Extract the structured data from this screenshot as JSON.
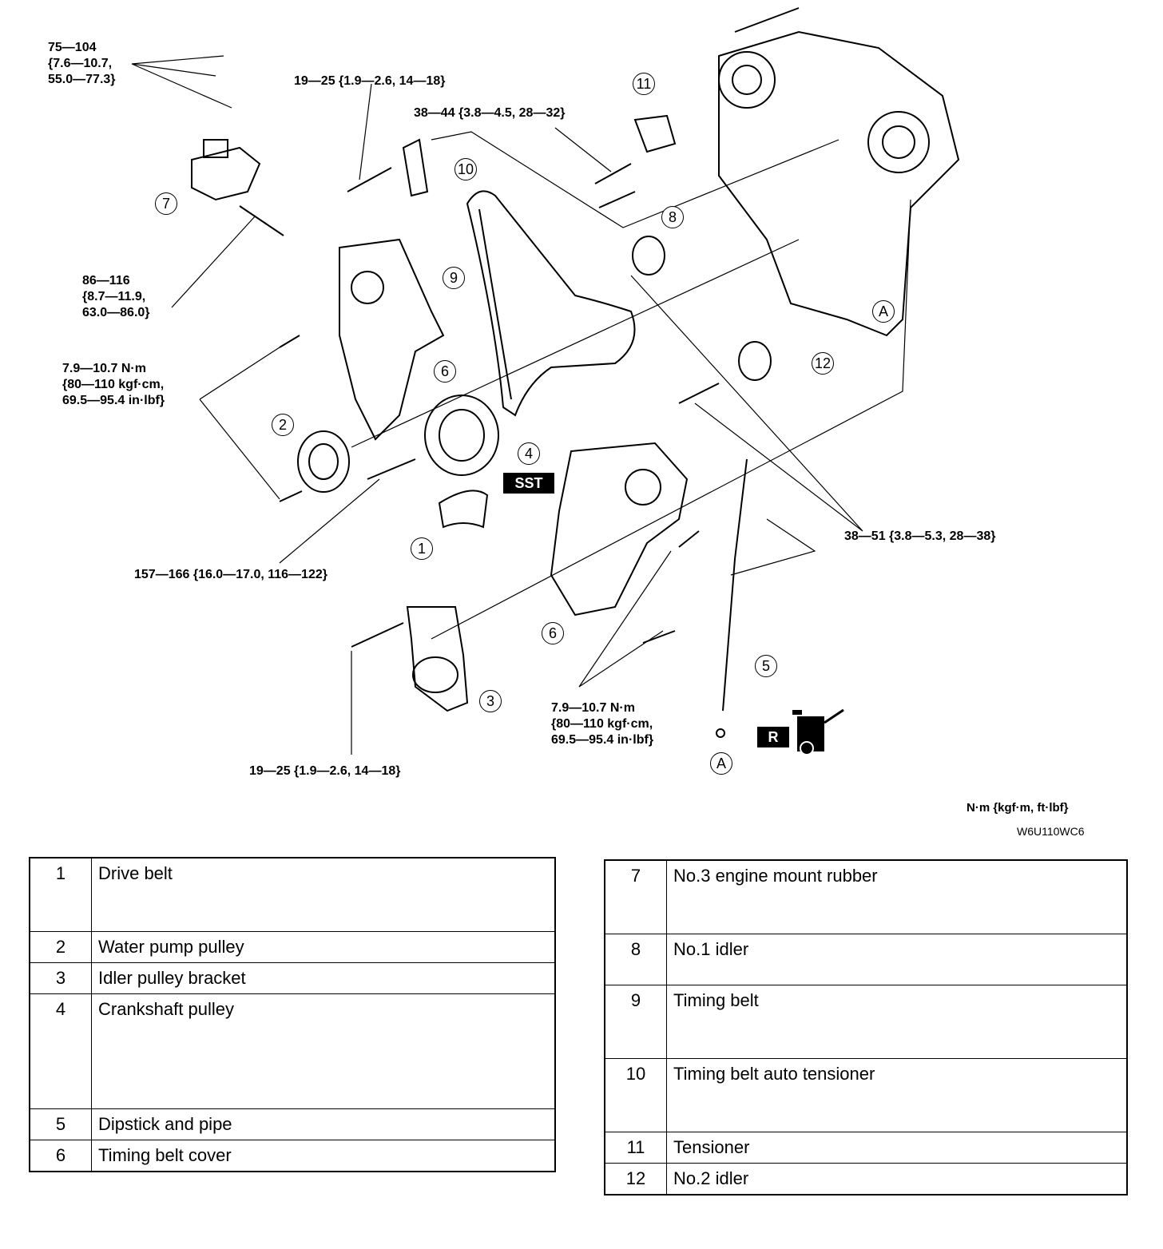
{
  "torque_labels": [
    "75—104\n{7.6—10.7,\n55.0—77.3}",
    "19—25 {1.9—2.6, 14—18}",
    "38—44 {3.8—4.5, 28—32}",
    "86—116\n{8.7—11.9,\n63.0—86.0}",
    "7.9—10.7 N·m\n{80—110 kgf·cm,\n69.5—95.4 in·lbf}",
    "157—166 {16.0—17.0, 116—122}",
    "38—51 {3.8—5.3, 28—38}",
    "7.9—10.7 N·m\n{80—110 kgf·cm,\n69.5—95.4 in·lbf}",
    "19—25 {1.9—2.6, 14—18}"
  ],
  "callouts": [
    "11",
    "10",
    "8",
    "9",
    "7",
    "6",
    "12",
    "2",
    "4",
    "1",
    "6",
    "3",
    "5"
  ],
  "ref_marks": [
    "A",
    "A"
  ],
  "tags": {
    "sst": "SST",
    "replace": "R"
  },
  "units_note": "N·m {kgf·m, ft·lbf}",
  "figure_code": "W6U110WC6",
  "parts_left": [
    {
      "num": "1",
      "name": "Drive belt"
    },
    {
      "num": "2",
      "name": "Water pump pulley"
    },
    {
      "num": "3",
      "name": "Idler pulley bracket"
    },
    {
      "num": "4",
      "name": "Crankshaft pulley"
    },
    {
      "num": "5",
      "name": "Dipstick and pipe"
    },
    {
      "num": "6",
      "name": "Timing belt cover"
    }
  ],
  "parts_right": [
    {
      "num": "7",
      "name": "No.3 engine mount rubber"
    },
    {
      "num": "8",
      "name": "No.1 idler"
    },
    {
      "num": "9",
      "name": "Timing belt"
    },
    {
      "num": "10",
      "name": "Timing belt auto tensioner"
    },
    {
      "num": "11",
      "name": "Tensioner"
    },
    {
      "num": "12",
      "name": "No.2 idler"
    }
  ]
}
